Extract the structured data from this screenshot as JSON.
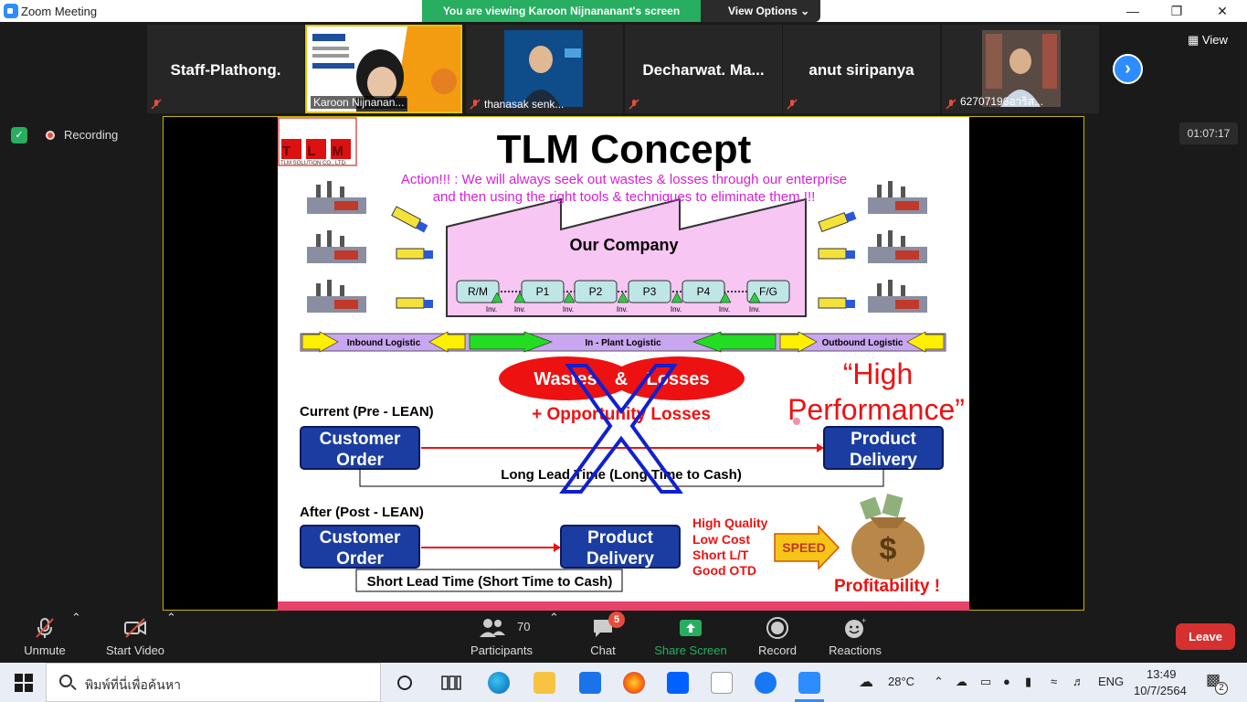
{
  "window": {
    "title": "Zoom Meeting",
    "banner": "You are viewing Karoon Nijnananant's screen",
    "view_options": "View Options ⌄",
    "controls": [
      "—",
      "❐",
      "✕"
    ]
  },
  "strip": {
    "view_label": "View",
    "next_icon": "chevron-right-icon",
    "participants": [
      {
        "big": "Staff-Plathong.",
        "label": ""
      },
      {
        "big": "",
        "label": "Karoon Nijnanan..."
      },
      {
        "big": "",
        "label": "thanasak senk..."
      },
      {
        "big": "Decharwat.  Ma...",
        "label": ""
      },
      {
        "big": "anut siripanya",
        "label": ""
      },
      {
        "big": "",
        "label": "62707196อาริส..."
      }
    ]
  },
  "status": {
    "recording": "Recording",
    "timer": "01:07:17"
  },
  "slide": {
    "logo": "T L M",
    "logo_sub": "TLM SOLUTION CO., LTD.",
    "title": "TLM Concept",
    "action_line1": "Action!!! : We will always seek out wastes & losses through our enterprise",
    "action_line2": "and then using the right tools & techniques to eliminate them !!!",
    "company": "Our Company",
    "processes": [
      "R/M",
      "P1",
      "P2",
      "P3",
      "P4",
      "F/G"
    ],
    "inv": "Inv.",
    "logistics": [
      "Inbound Logistic",
      "In - Plant Logistic",
      "Outbound Logistic"
    ],
    "wastes": "Wastes",
    "amp": "&",
    "losses": "Losses",
    "opportunity": "+ Opportunity Losses",
    "high": "“High",
    "performance": "Performance”",
    "current": "Current (Pre - LEAN)",
    "customer_order_1": "Customer",
    "customer_order_2": "Order",
    "product_delivery_1": "Product",
    "product_delivery_2": "Delivery",
    "long_lead": "Long Lead Time (Long Time to Cash)",
    "after": "After (Post - LEAN)",
    "short_lead": "Short Lead Time (Short Time to Cash)",
    "benefits": [
      "High Quality",
      "Low Cost",
      "Short L/T",
      "Good OTD"
    ],
    "speed": "SPEED",
    "profit": "Profitability !"
  },
  "toolbar": {
    "unmute": "Unmute",
    "start_video": "Start Video",
    "participants": "Participants",
    "participants_count": "70",
    "chat": "Chat",
    "chat_badge": "5",
    "share": "Share Screen",
    "record": "Record",
    "reactions": "Reactions",
    "leave": "Leave"
  },
  "taskbar": {
    "search_placeholder": "พิมพ์ที่นี่เพื่อค้นหา",
    "weather": "28°C",
    "lang": "ENG",
    "time": "13:49",
    "date": "10/7/2564",
    "notif": "2"
  },
  "colors": {
    "zoom_blue": "#2d8cff",
    "share_green": "#27ae60",
    "leave_red": "#d63031",
    "slide_magenta": "#d61fd6",
    "slide_red": "#e0141c",
    "box_blue": "#1b3da1"
  }
}
